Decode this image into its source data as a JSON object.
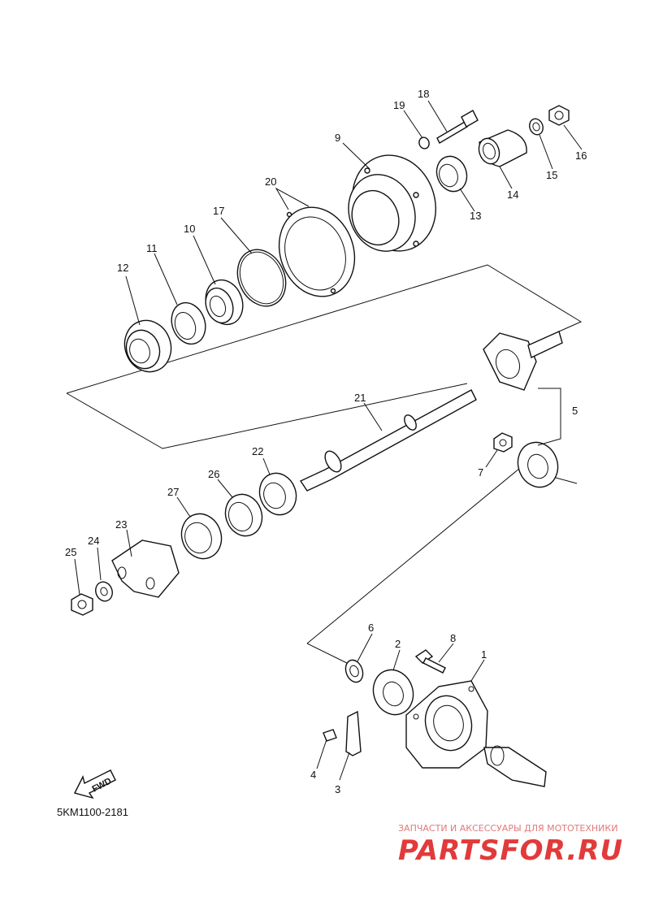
{
  "diagram": {
    "code": "5KM1100-2181",
    "fwd_label": "FWD",
    "labels": [
      "1",
      "2",
      "3",
      "4",
      "5",
      "6",
      "7",
      "8",
      "9",
      "10",
      "11",
      "12",
      "13",
      "14",
      "15",
      "16",
      "17",
      "18",
      "19",
      "20",
      "21",
      "22",
      "23",
      "24",
      "25",
      "26",
      "27"
    ]
  },
  "watermark": {
    "subtitle": "ЗАПЧАСТИ И АКСЕССУАРЫ ДЛЯ МОТОТЕХНИКИ",
    "brand": "PARTSFOR.RU"
  }
}
